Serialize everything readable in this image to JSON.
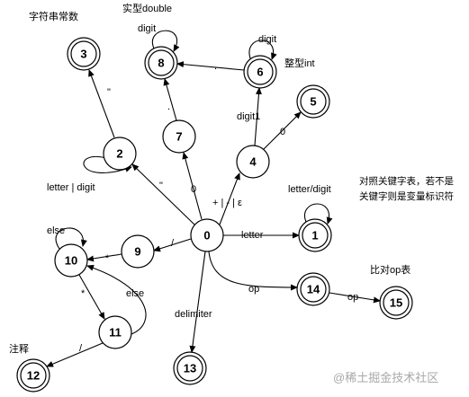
{
  "states": [
    {
      "id": "0",
      "accepting": false
    },
    {
      "id": "1",
      "accepting": true
    },
    {
      "id": "2",
      "accepting": false
    },
    {
      "id": "3",
      "accepting": true
    },
    {
      "id": "4",
      "accepting": false
    },
    {
      "id": "5",
      "accepting": true
    },
    {
      "id": "6",
      "accepting": true
    },
    {
      "id": "7",
      "accepting": false
    },
    {
      "id": "8",
      "accepting": true
    },
    {
      "id": "9",
      "accepting": false
    },
    {
      "id": "10",
      "accepting": false
    },
    {
      "id": "11",
      "accepting": false
    },
    {
      "id": "12",
      "accepting": true
    },
    {
      "id": "13",
      "accepting": true
    },
    {
      "id": "14",
      "accepting": true
    },
    {
      "id": "15",
      "accepting": true
    }
  ],
  "transitions": [
    {
      "from": "0",
      "to": "1",
      "label": "letter"
    },
    {
      "from": "1",
      "to": "1",
      "label": "letter/digit"
    },
    {
      "from": "0",
      "to": "2",
      "label": "\""
    },
    {
      "from": "2",
      "to": "2",
      "label": "letter | digit"
    },
    {
      "from": "2",
      "to": "3",
      "label": "\""
    },
    {
      "from": "0",
      "to": "4",
      "label": "+ | - | ε"
    },
    {
      "from": "4",
      "to": "5",
      "label": "0"
    },
    {
      "from": "4",
      "to": "6",
      "label": "digit1"
    },
    {
      "from": "6",
      "to": "6",
      "label": "digit"
    },
    {
      "from": "6",
      "to": "8",
      "label": "."
    },
    {
      "from": "0",
      "to": "7",
      "label": "0"
    },
    {
      "from": "7",
      "to": "8",
      "label": "."
    },
    {
      "from": "8",
      "to": "8",
      "label": "digit"
    },
    {
      "from": "0",
      "to": "9",
      "label": "/"
    },
    {
      "from": "9",
      "to": "10",
      "label": "*"
    },
    {
      "from": "10",
      "to": "10",
      "label": "else"
    },
    {
      "from": "10",
      "to": "11",
      "label": "*"
    },
    {
      "from": "11",
      "to": "10",
      "label": "else"
    },
    {
      "from": "11",
      "to": "12",
      "label": "/"
    },
    {
      "from": "0",
      "to": "13",
      "label": "delimiter"
    },
    {
      "from": "0",
      "to": "14",
      "label": "op"
    },
    {
      "from": "14",
      "to": "15",
      "label": "op"
    }
  ],
  "annotations": {
    "string_const": "字符串常数",
    "real_double": "实型double",
    "int_type": "整型int",
    "keyword_line1": "对照关键字表，若不是",
    "keyword_line2": "关键字则是变量标识符",
    "op_table": "比对op表",
    "comment": "注释"
  },
  "watermark": "@稀土掘金技术社区"
}
